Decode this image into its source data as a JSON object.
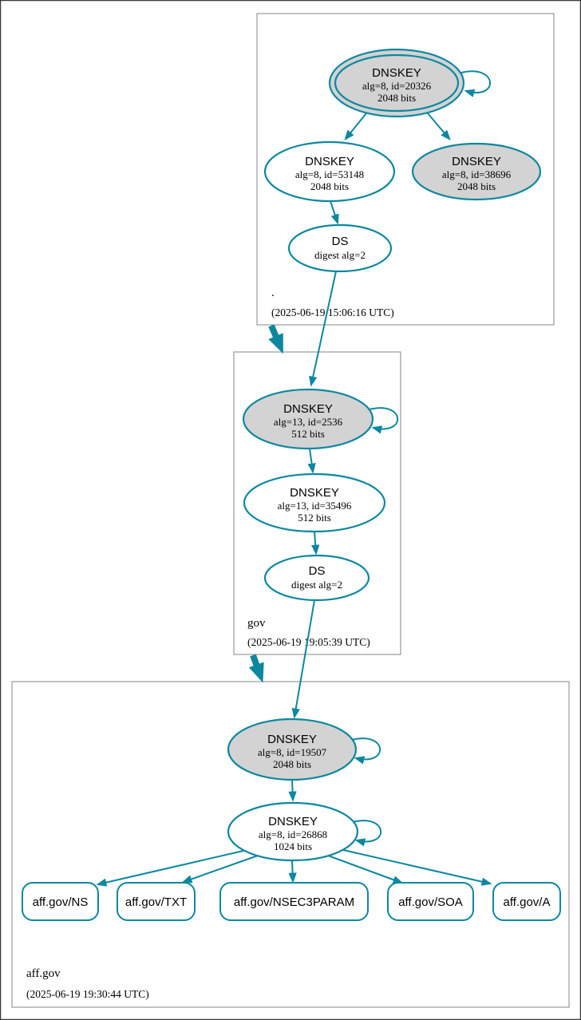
{
  "diagram": {
    "kind": "dnssec-authentication-chain",
    "colors": {
      "secure_edge": "#0d87a0",
      "sep_key_fill": "#d3d3d3",
      "node_fill": "#ffffff",
      "zone_border": "#848484",
      "text": "#000000"
    },
    "zones": [
      {
        "label": ".",
        "timestamp": "(2025-06-19 15:06:16 UTC)",
        "nodes": {
          "ksk": {
            "title": "DNSKEY",
            "detail1": "alg=8, id=20326",
            "detail2": "2048 bits"
          },
          "zsk": {
            "title": "DNSKEY",
            "detail1": "alg=8, id=53148",
            "detail2": "2048 bits"
          },
          "standby": {
            "title": "DNSKEY",
            "detail1": "alg=8, id=38696",
            "detail2": "2048 bits"
          },
          "ds": {
            "title": "DS",
            "detail1": "digest alg=2"
          }
        }
      },
      {
        "label": "gov",
        "timestamp": "(2025-06-19 19:05:39 UTC)",
        "nodes": {
          "ksk": {
            "title": "DNSKEY",
            "detail1": "alg=13, id=2536",
            "detail2": "512 bits"
          },
          "zsk": {
            "title": "DNSKEY",
            "detail1": "alg=13, id=35496",
            "detail2": "512 bits"
          },
          "ds": {
            "title": "DS",
            "detail1": "digest alg=2"
          }
        }
      },
      {
        "label": "aff.gov",
        "timestamp": "(2025-06-19 19:30:44 UTC)",
        "nodes": {
          "ksk": {
            "title": "DNSKEY",
            "detail1": "alg=8, id=19507",
            "detail2": "2048 bits"
          },
          "zsk": {
            "title": "DNSKEY",
            "detail1": "alg=8, id=26868",
            "detail2": "1024 bits"
          }
        },
        "rrsets": [
          {
            "label": "aff.gov/NS"
          },
          {
            "label": "aff.gov/TXT"
          },
          {
            "label": "aff.gov/NSEC3PARAM"
          },
          {
            "label": "aff.gov/SOA"
          },
          {
            "label": "aff.gov/A"
          }
        ]
      }
    ]
  }
}
